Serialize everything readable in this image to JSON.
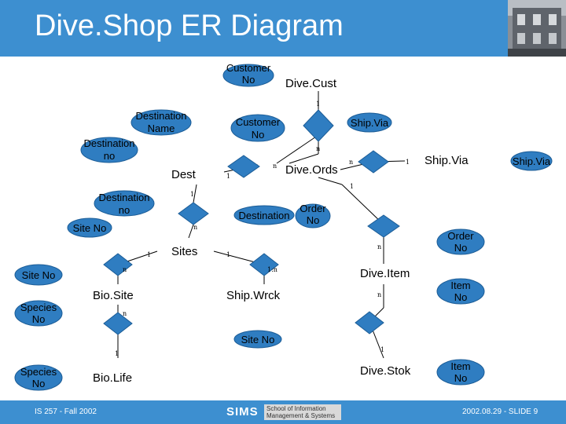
{
  "title": "Dive.Shop ER Diagram",
  "entities": {
    "dive_cust": "Dive.Cust",
    "dest": "Dest",
    "dive_ords": "Dive.Ords",
    "ship_via": "Ship.Via",
    "sites": "Sites",
    "dive_item": "Dive.Item",
    "bio_site": "Bio.Site",
    "ship_wrck": "Ship.Wrck",
    "bio_life": "Bio.Life",
    "dive_stok": "Dive.Stok"
  },
  "attributes": {
    "customer_no_top": [
      "Customer",
      "No"
    ],
    "customer_no_mid": [
      "Customer",
      "No"
    ],
    "destination_name": [
      "Destination",
      "Name"
    ],
    "destination_no_top": [
      "Destination",
      "no"
    ],
    "destination_no_mid": [
      "Destination",
      "no"
    ],
    "ship_via_attr": "Ship.Via",
    "ship_via_right": "Ship.Via",
    "site_no_left1": "Site No",
    "site_no_left2": "Site No",
    "site_no_bottom": "Site No",
    "destination_ords": "Destination",
    "order_no_mid": [
      "Order",
      "No"
    ],
    "order_no_right": [
      "Order",
      "No"
    ],
    "item_no_right": [
      "Item",
      "No"
    ],
    "item_no_bottom": [
      "Item",
      "No"
    ],
    "species_no_1": [
      "Species",
      "No"
    ],
    "species_no_2": [
      "Species",
      "No"
    ]
  },
  "cardinalities": {
    "c1": "1",
    "c2": "n",
    "c3": "1",
    "c4": "n",
    "c5": "n",
    "c6": "1",
    "c7": "1",
    "c8": "1",
    "c9": "n",
    "c10": "n",
    "c11": "1",
    "c12": "1",
    "c13": "n",
    "c14": "1:n",
    "c15": "n",
    "c16": "n",
    "c17": "1",
    "c18": "1"
  },
  "footer": {
    "left": "IS 257 - Fall 2002",
    "right": "2002.08.29 - SLIDE 9",
    "logo_main": "SIMS",
    "logo_small1": "School of",
    "logo_small2": "Management",
    "logo_big1": "Information",
    "logo_big2": "& Systems"
  },
  "colors": {
    "title_bar": "#3d8fd0",
    "diamond": "#2f7dc1",
    "background": "#ffffff"
  }
}
